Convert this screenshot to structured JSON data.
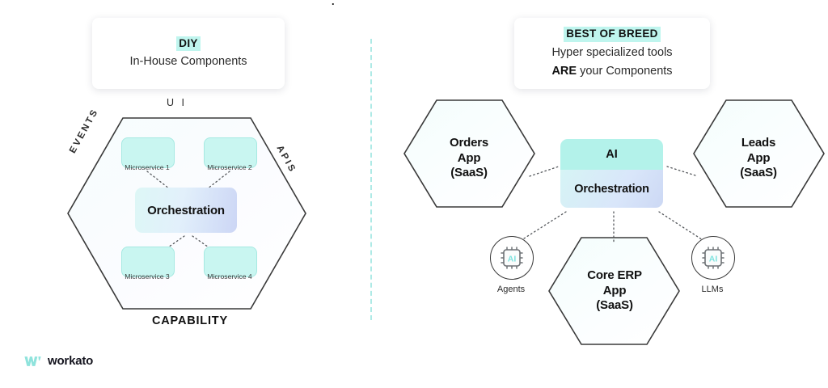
{
  "page": {
    "background": "#ffffff",
    "accent_cyan": "#b3f2ea",
    "accent_periwinkle": "#ccd8f4",
    "outline": "#3a3a3a"
  },
  "cards": {
    "left": {
      "highlight": "DIY",
      "subtitle": "In-House Components"
    },
    "right": {
      "highlight": "BEST OF BREED",
      "line1": "Hyper specialized tools",
      "line2_bold": "ARE",
      "line2_rest": " your Components"
    }
  },
  "divider": {
    "name": "vertical-dashed-divider",
    "color": "#aeeae6"
  },
  "left_diagram": {
    "edge_labels": {
      "top": "U I",
      "bottom": "CAPABILITY",
      "upper_left": "EVENTS",
      "upper_right": "APIS"
    },
    "center": {
      "label": "Orchestration"
    },
    "microservices": [
      {
        "label": "Microservice 1"
      },
      {
        "label": "Microservice 2"
      },
      {
        "label": "Microservice 3"
      },
      {
        "label": "Microservice 4"
      }
    ]
  },
  "right_diagram": {
    "center": {
      "line1": "AI",
      "line2": "Orchestration"
    },
    "hexagons": [
      {
        "name": "orders-app",
        "line1": "Orders",
        "line2": "App",
        "line3": "(SaaS)"
      },
      {
        "name": "leads-app",
        "line1": "Leads",
        "line2": "App",
        "line3": "(SaaS)"
      },
      {
        "name": "core-erp-app",
        "line1": "Core ERP",
        "line2": "App",
        "line3": "(SaaS)"
      }
    ],
    "chips": [
      {
        "name": "agents",
        "glyph": "AI",
        "caption": "Agents"
      },
      {
        "name": "llms",
        "glyph": "AI",
        "caption": "LLMs"
      }
    ]
  },
  "footer": {
    "logo_text": "workato"
  },
  "clipped_title": "."
}
